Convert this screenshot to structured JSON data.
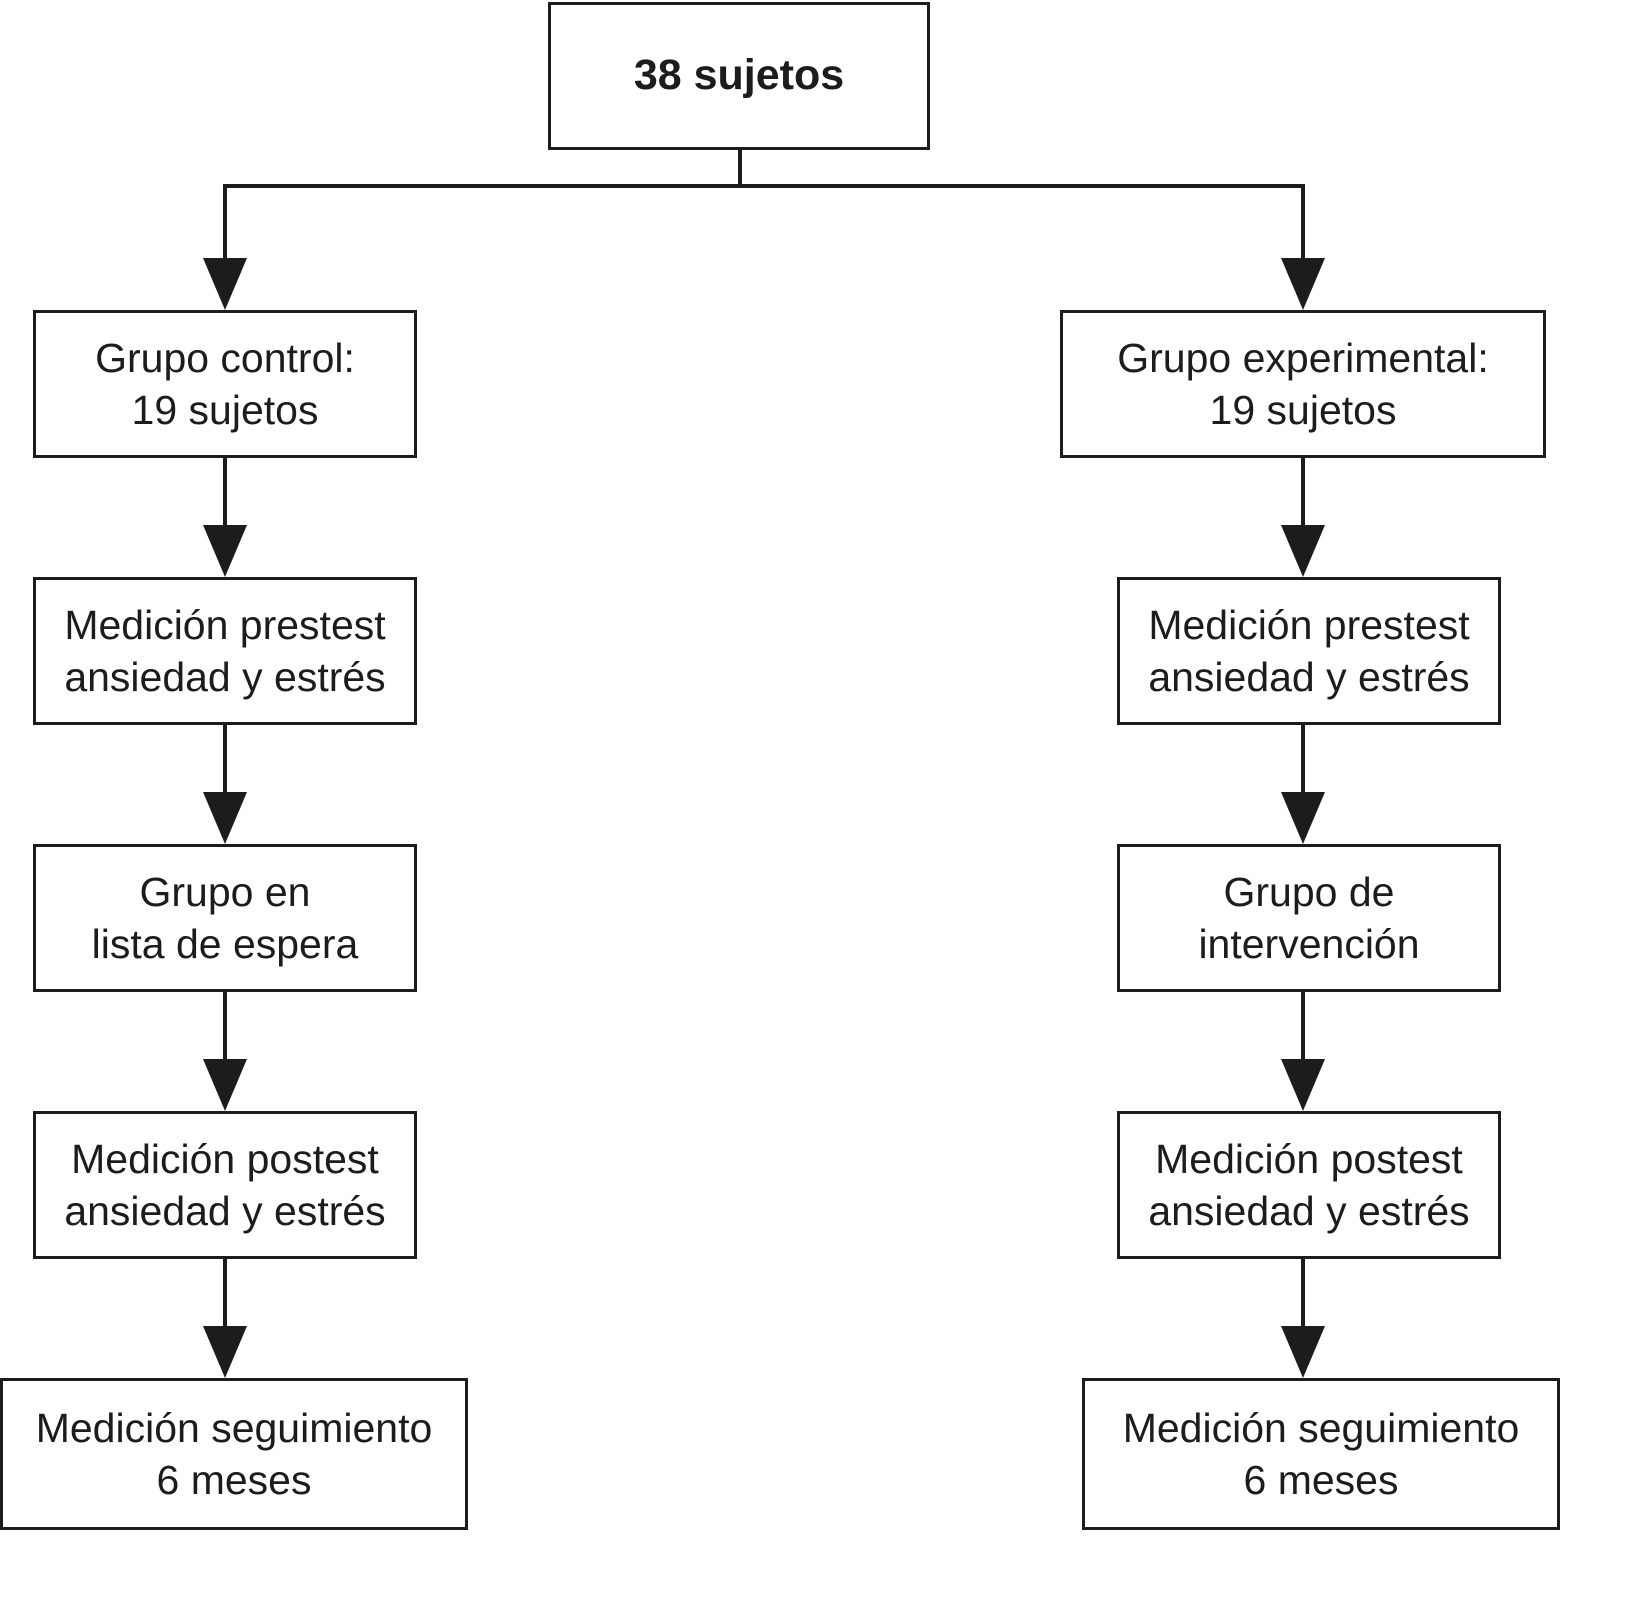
{
  "diagram": {
    "root_label": "38 sujetos",
    "left": {
      "boxes": [
        {
          "line1": "Grupo control:",
          "line2": "19 sujetos"
        },
        {
          "line1": "Medición prestest",
          "line2": "ansiedad y estrés"
        },
        {
          "line1": "Grupo en",
          "line2": "lista de espera"
        },
        {
          "line1": "Medición postest",
          "line2": "ansiedad y estrés"
        },
        {
          "line1": "Medición seguimiento",
          "line2": "6 meses"
        }
      ]
    },
    "right": {
      "boxes": [
        {
          "line1": "Grupo experimental:",
          "line2": "19 sujetos"
        },
        {
          "line1": "Medición prestest",
          "line2": "ansiedad y estrés"
        },
        {
          "line1": "Grupo de",
          "line2": "intervención"
        },
        {
          "line1": "Medición postest",
          "line2": "ansiedad y estrés"
        },
        {
          "line1": "Medición seguimiento",
          "line2": "6 meses"
        }
      ]
    },
    "colors": {
      "line": "#1c1c1c",
      "background": "#ffffff"
    }
  }
}
